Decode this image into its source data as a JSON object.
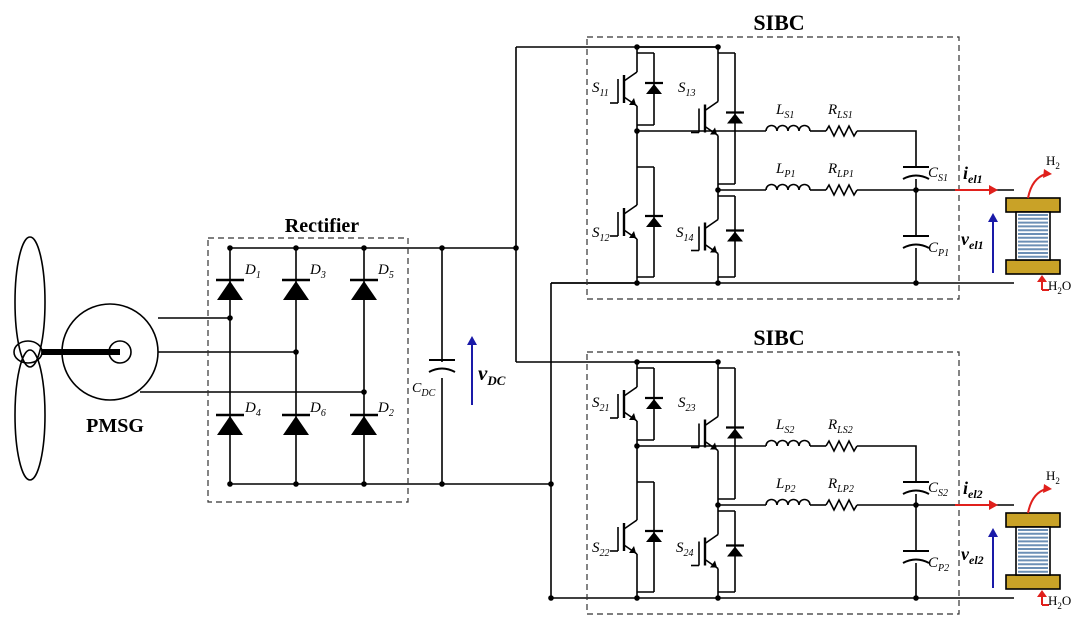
{
  "titles": {
    "sibc_top": "SIBC",
    "sibc_bottom": "SIBC",
    "rectifier": "Rectifier",
    "generator": "PMSG"
  },
  "rectifier": {
    "diodes": [
      {
        "main": "D",
        "sub": "1"
      },
      {
        "main": "D",
        "sub": "3"
      },
      {
        "main": "D",
        "sub": "5"
      },
      {
        "main": "D",
        "sub": "4"
      },
      {
        "main": "D",
        "sub": "6"
      },
      {
        "main": "D",
        "sub": "2"
      }
    ]
  },
  "dc_link": {
    "capacitor": {
      "main": "C",
      "sub": "DC"
    },
    "voltage": {
      "main": "v",
      "sub": "DC"
    }
  },
  "sibc1": {
    "switches": [
      {
        "main": "S",
        "sub": "11"
      },
      {
        "main": "S",
        "sub": "13"
      },
      {
        "main": "S",
        "sub": "12"
      },
      {
        "main": "S",
        "sub": "14"
      }
    ],
    "ls": {
      "main": "L",
      "sub": "S1"
    },
    "rls": {
      "main": "R",
      "sub": "LS1"
    },
    "lp": {
      "main": "L",
      "sub": "P1"
    },
    "rlp": {
      "main": "R",
      "sub": "LP1"
    },
    "cs": {
      "main": "C",
      "sub": "S1"
    },
    "cp": {
      "main": "C",
      "sub": "P1"
    },
    "current": {
      "main": "i",
      "sub": "el1"
    },
    "voltage": {
      "main": "v",
      "sub": "el1"
    },
    "h2": {
      "main": "H",
      "sub": "2"
    },
    "h2o": {
      "main": "H",
      "sub": "2",
      "tail": "O"
    }
  },
  "sibc2": {
    "switches": [
      {
        "main": "S",
        "sub": "21"
      },
      {
        "main": "S",
        "sub": "23"
      },
      {
        "main": "S",
        "sub": "22"
      },
      {
        "main": "S",
        "sub": "24"
      }
    ],
    "ls": {
      "main": "L",
      "sub": "S2"
    },
    "rls": {
      "main": "R",
      "sub": "LS2"
    },
    "lp": {
      "main": "L",
      "sub": "P2"
    },
    "rlp": {
      "main": "R",
      "sub": "LP2"
    },
    "cs": {
      "main": "C",
      "sub": "S2"
    },
    "cp": {
      "main": "C",
      "sub": "P2"
    },
    "current": {
      "main": "i",
      "sub": "el2"
    },
    "voltage": {
      "main": "v",
      "sub": "el2"
    },
    "h2": {
      "main": "H",
      "sub": "2"
    },
    "h2o": {
      "main": "H",
      "sub": "2",
      "tail": "O"
    }
  },
  "colors": {
    "wire": "#000000",
    "current_arrow": "#e0201c",
    "voltage_arrow": "#1a1aa8",
    "gas_arrow": "#e0201c",
    "electrolyzer_plate": "#c9a227",
    "electrolyzer_core": "#6c8fb5"
  }
}
